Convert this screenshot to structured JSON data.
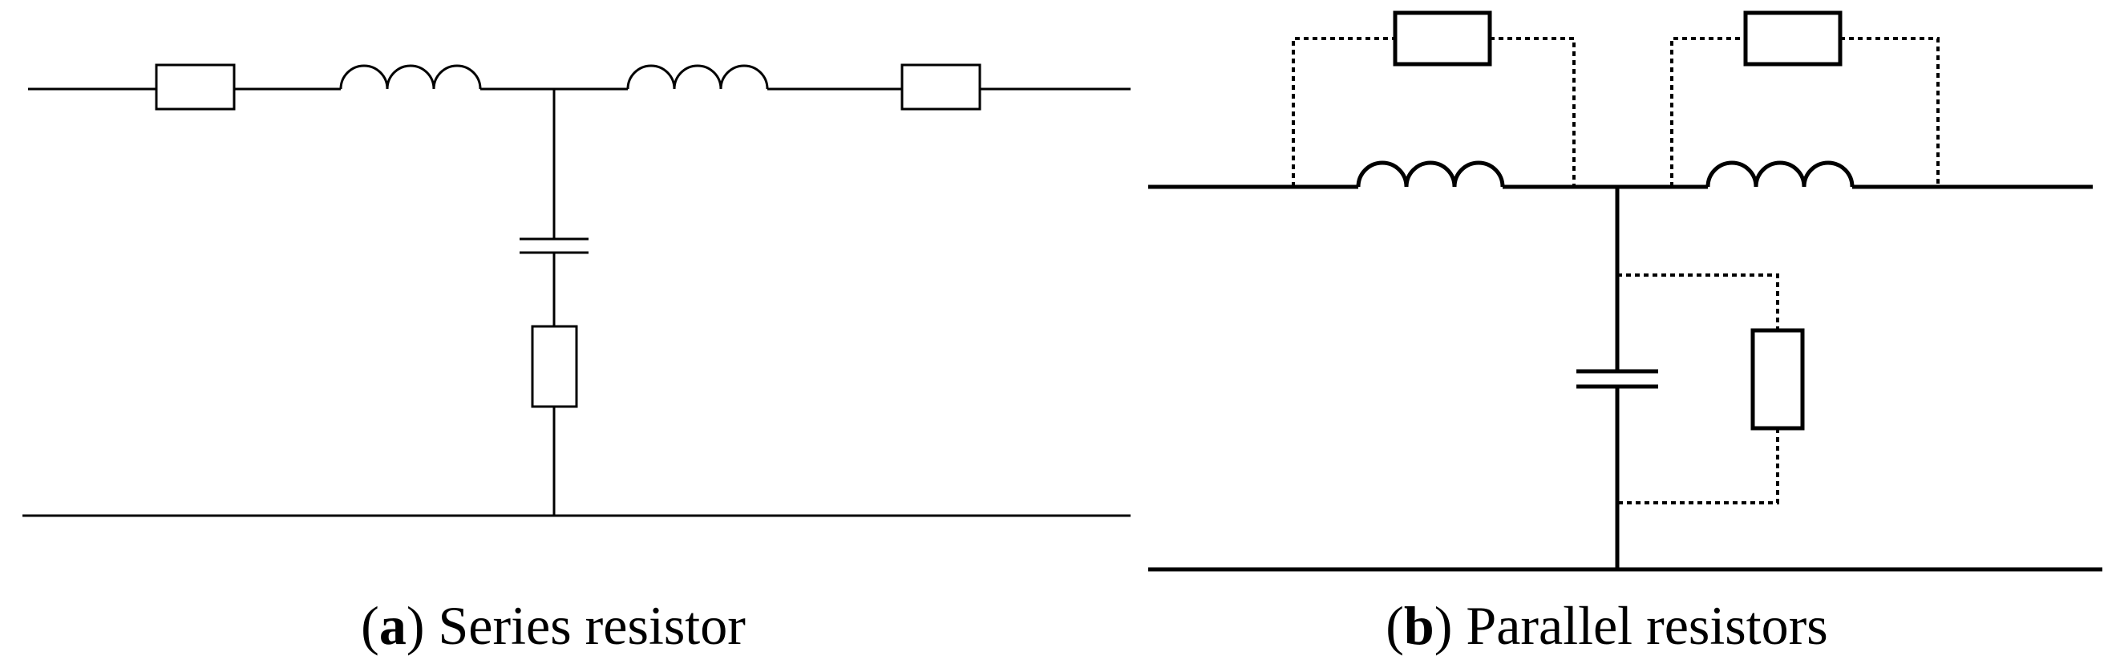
{
  "panels": [
    {
      "letter": "a",
      "title": "Series resistor"
    },
    {
      "letter": "b",
      "title": "Parallel resistors"
    }
  ]
}
